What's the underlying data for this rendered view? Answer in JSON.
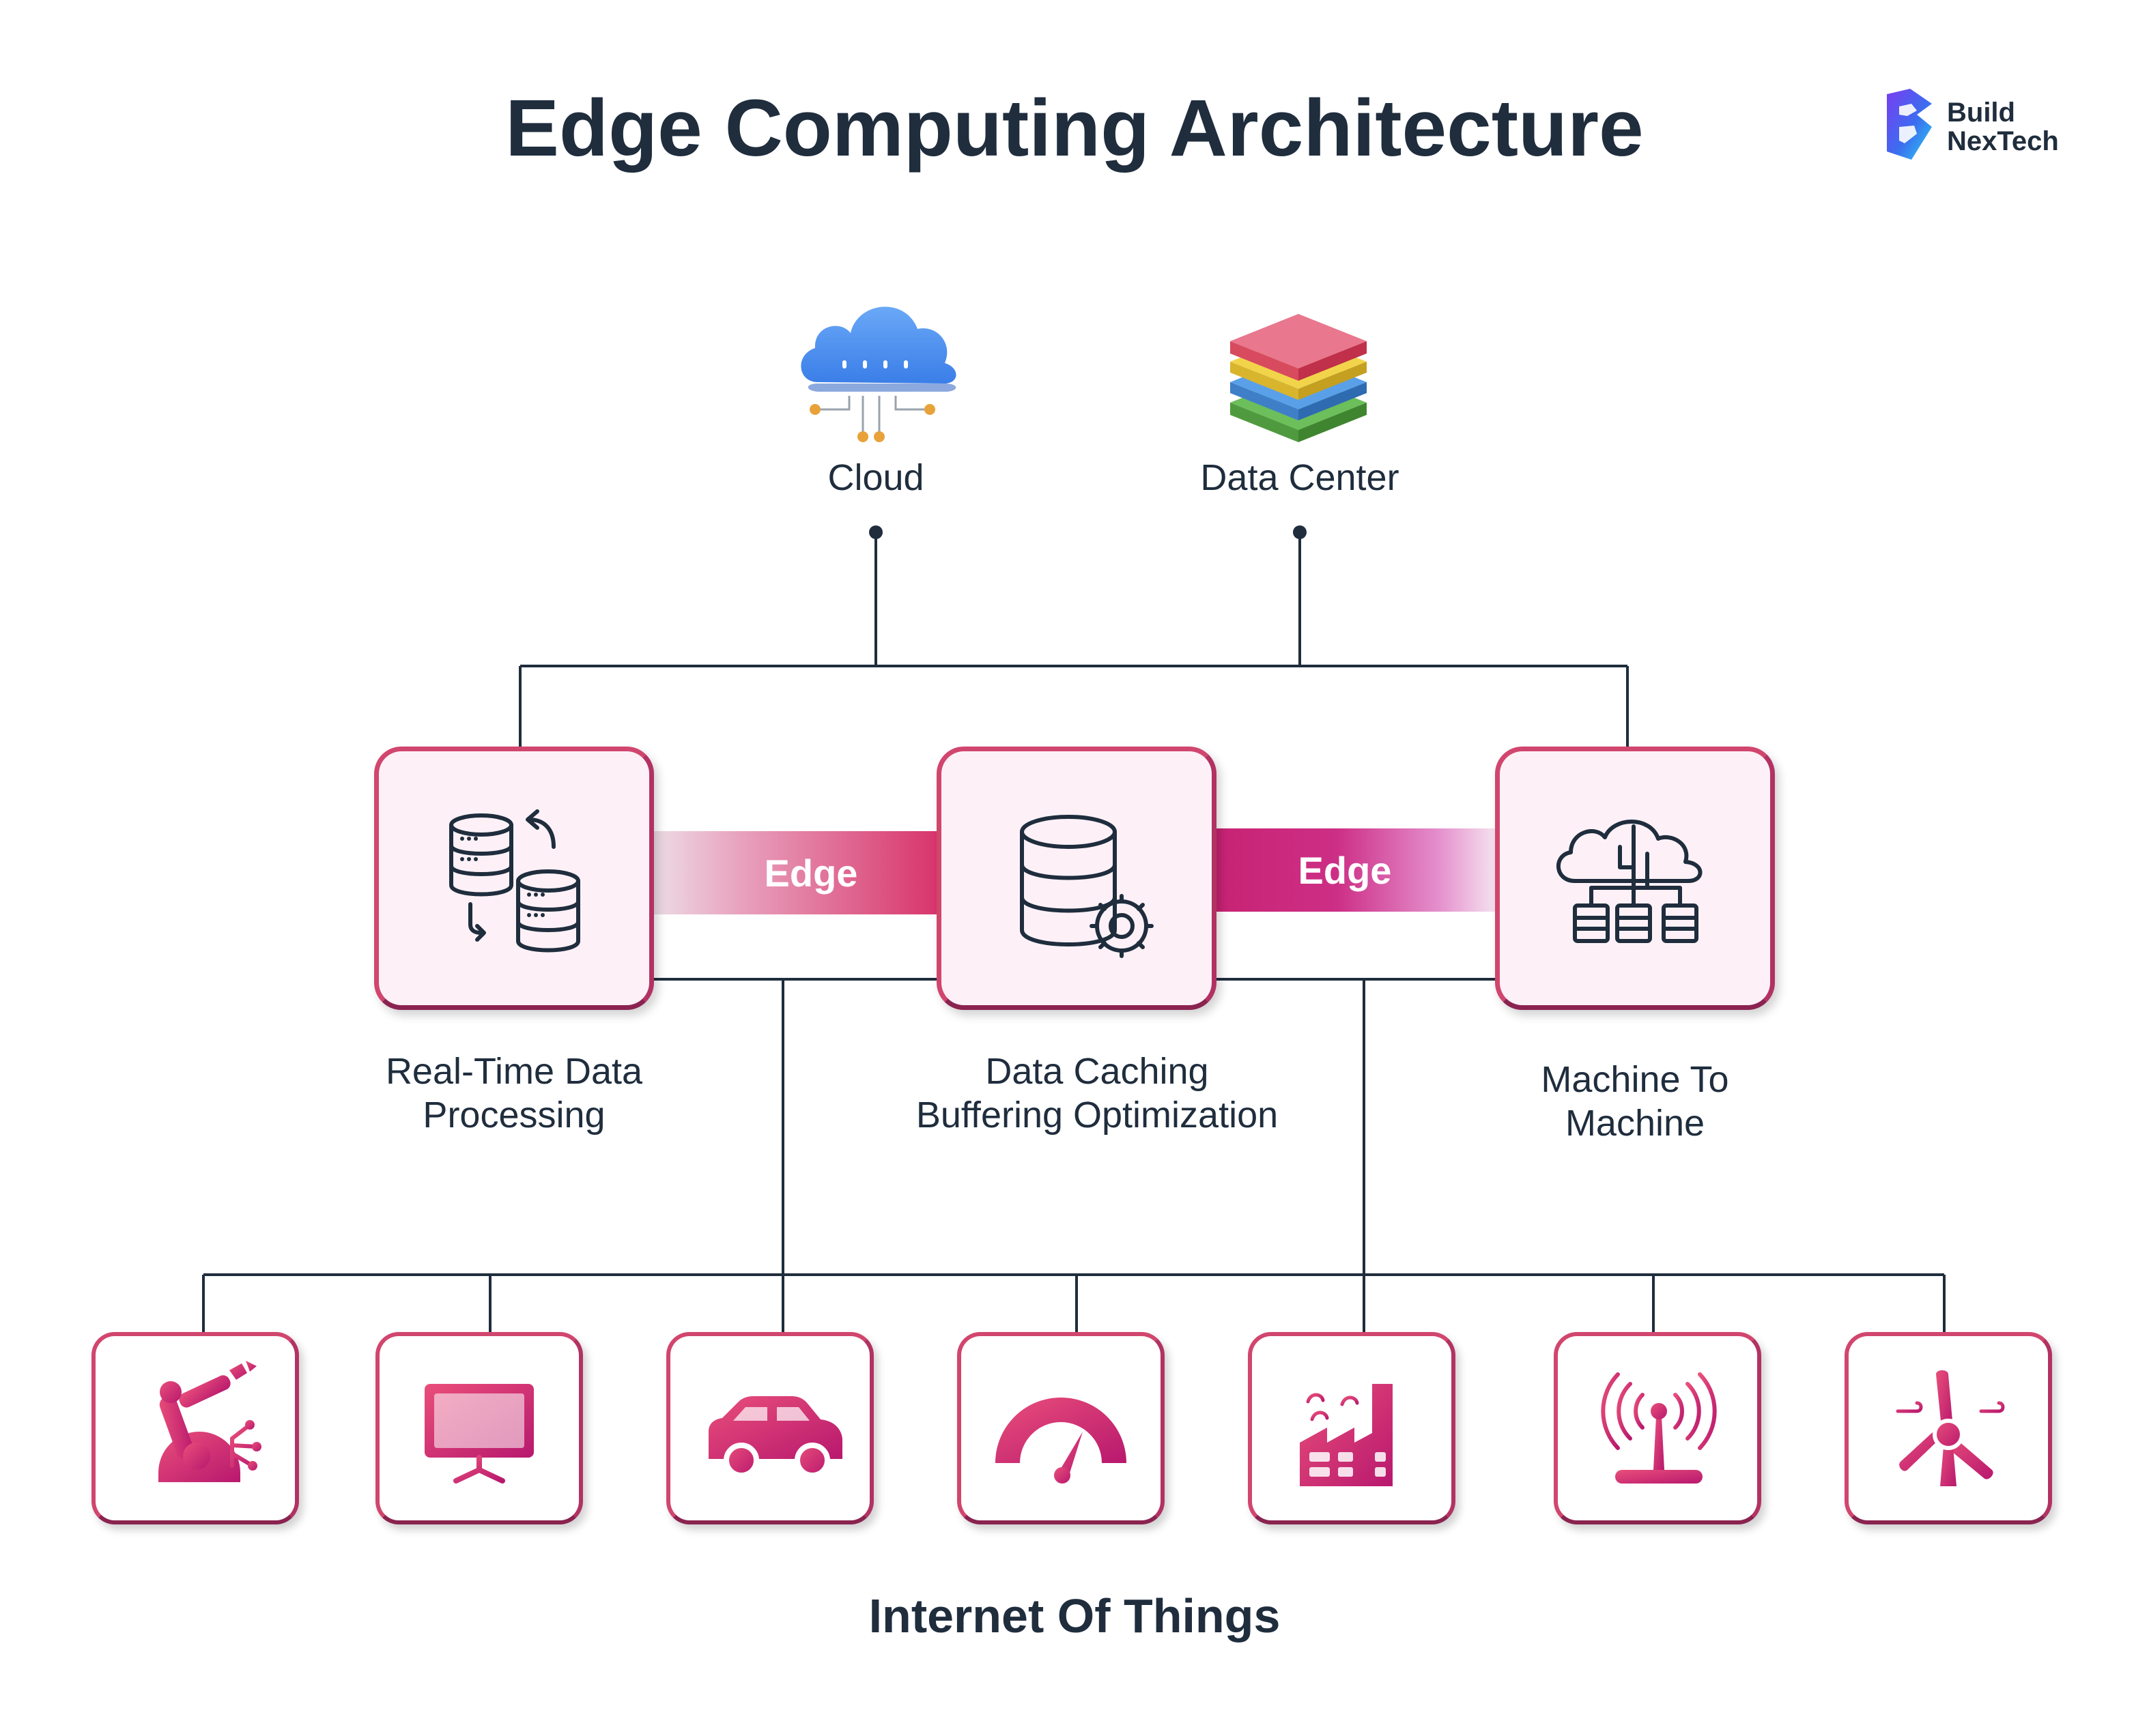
{
  "title": "Edge Computing Architecture",
  "brand": {
    "line1": "Build",
    "line2": "NexTech"
  },
  "top_nodes": [
    {
      "label": "Cloud",
      "icon": "cloud-icon"
    },
    {
      "label": "Data Center",
      "icon": "server-stack-icon"
    }
  ],
  "edge_nodes": [
    {
      "lines": [
        "Real-Time Data",
        "Processing"
      ],
      "icon": "database-sync-icon"
    },
    {
      "lines": [
        "Data Caching",
        "Buffering Optimization"
      ],
      "icon": "database-gear-icon"
    },
    {
      "lines": [
        "Machine To",
        "Machine"
      ],
      "icon": "cloud-network-icon"
    }
  ],
  "edge_band_labels": [
    "Edge",
    "Edge"
  ],
  "iot_devices": [
    {
      "icon": "robotic-arm-icon"
    },
    {
      "icon": "monitor-icon"
    },
    {
      "icon": "car-icon"
    },
    {
      "icon": "gauge-icon"
    },
    {
      "icon": "factory-icon"
    },
    {
      "icon": "antenna-icon"
    },
    {
      "icon": "wind-turbine-icon"
    }
  ],
  "iot_title": "Internet Of Things",
  "colors": {
    "text": "#1f2d3d",
    "accent": "#d8336a",
    "accent_dark": "#8a2350",
    "box_fill": "#fdf1f7",
    "cloud_blue": "#4a8cf0"
  }
}
